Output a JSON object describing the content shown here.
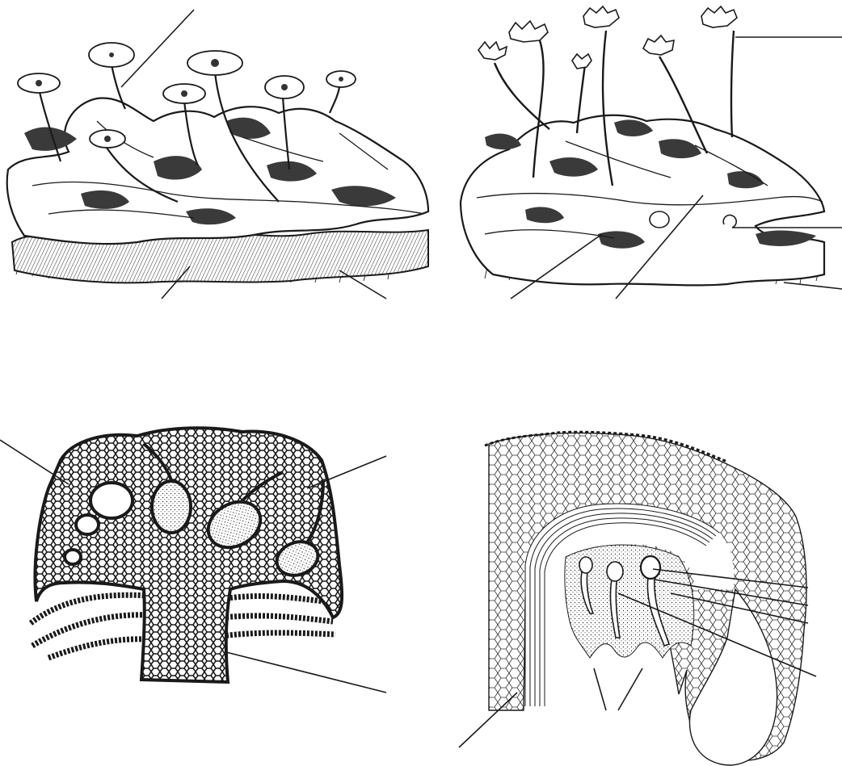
{
  "figure": {
    "panels": [
      {
        "name": "male-thallus-with-antheridiophores",
        "label_lines": 3
      },
      {
        "name": "female-thallus-with-archegoniophores",
        "label_lines": 5
      },
      {
        "name": "antheridiophore-section",
        "label_lines": 3
      },
      {
        "name": "archegoniophore-section",
        "label_lines": 6
      }
    ],
    "colors": {
      "ink": "#1a1a1a",
      "paper": "#ffffff",
      "shade": "#3a3a3a"
    }
  }
}
